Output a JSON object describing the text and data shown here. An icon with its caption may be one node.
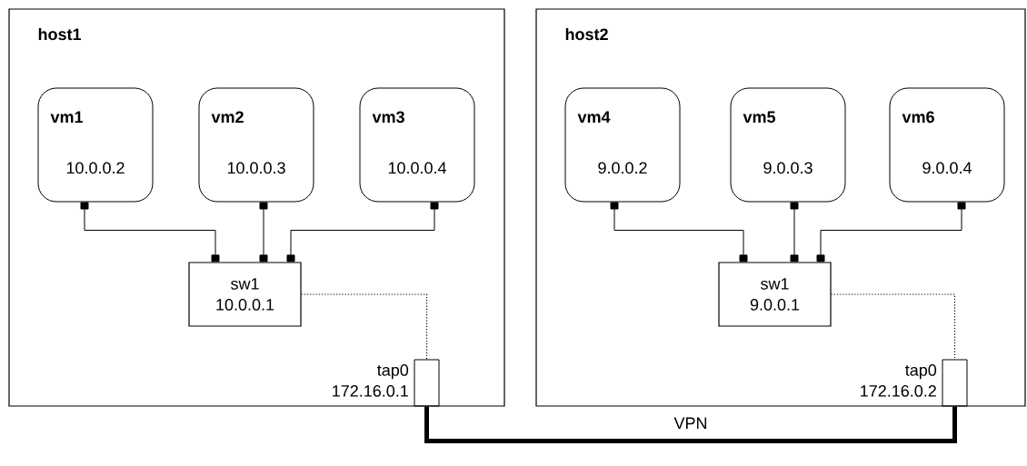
{
  "diagram": {
    "nodes": [
      {
        "text": [
          "host1"
        ]
      },
      {
        "text": [
          "vm1",
          "10.0.0.2"
        ],
        "in": 0
      },
      {
        "text": [
          "vm2",
          "10.0.0.3"
        ],
        "in": 0
      },
      {
        "text": [
          "vm3",
          "10.0.0.4"
        ],
        "in": 0
      },
      {
        "text": [
          "sw1",
          "10.0.0.1"
        ],
        "in": 0
      },
      {
        "text": [],
        "shape": "box",
        "beside": [
          "tap0",
          "172.16.0.1"
        ],
        "in": 0
      },
      {
        "text": [
          "host2"
        ]
      },
      {
        "text": [
          "vm4",
          "9.0.0.2"
        ],
        "in": 6
      },
      {
        "text": [
          "vm5",
          "9.0.0.3"
        ],
        "in": 6
      },
      {
        "text": [
          "vm6",
          "9.0.0.4"
        ],
        "in": 6
      },
      {
        "text": [
          "sw1",
          "9.0.0.1"
        ],
        "in": 6
      },
      {
        "text": [],
        "shape": "box",
        "beside": [
          "tap0",
          "172.16.0.2"
        ],
        "in": 6
      }
    ],
    "edges": [
      {
        "from": 1,
        "to": 4,
        "arrow": "other"
      },
      {
        "from": 2,
        "to": 4,
        "arrow": "other"
      },
      {
        "from": 3,
        "to": 4,
        "arrow": "other"
      },
      {
        "from": 4,
        "to": 5,
        "arrow": "none",
        "style": "dashed"
      },
      {
        "from": 7,
        "to": 10,
        "arrow": "other"
      },
      {
        "from": 8,
        "to": 10,
        "arrow": "other"
      },
      {
        "from": 9,
        "to": 10,
        "arrow": "other"
      },
      {
        "from": 10,
        "to": 11,
        "arrow": "none",
        "style": "dashed"
      },
      {
        "from": 5,
        "to": 11,
        "arrow": "none",
        "label": "VPN",
        "style": "thick"
      }
    ]
  }
}
